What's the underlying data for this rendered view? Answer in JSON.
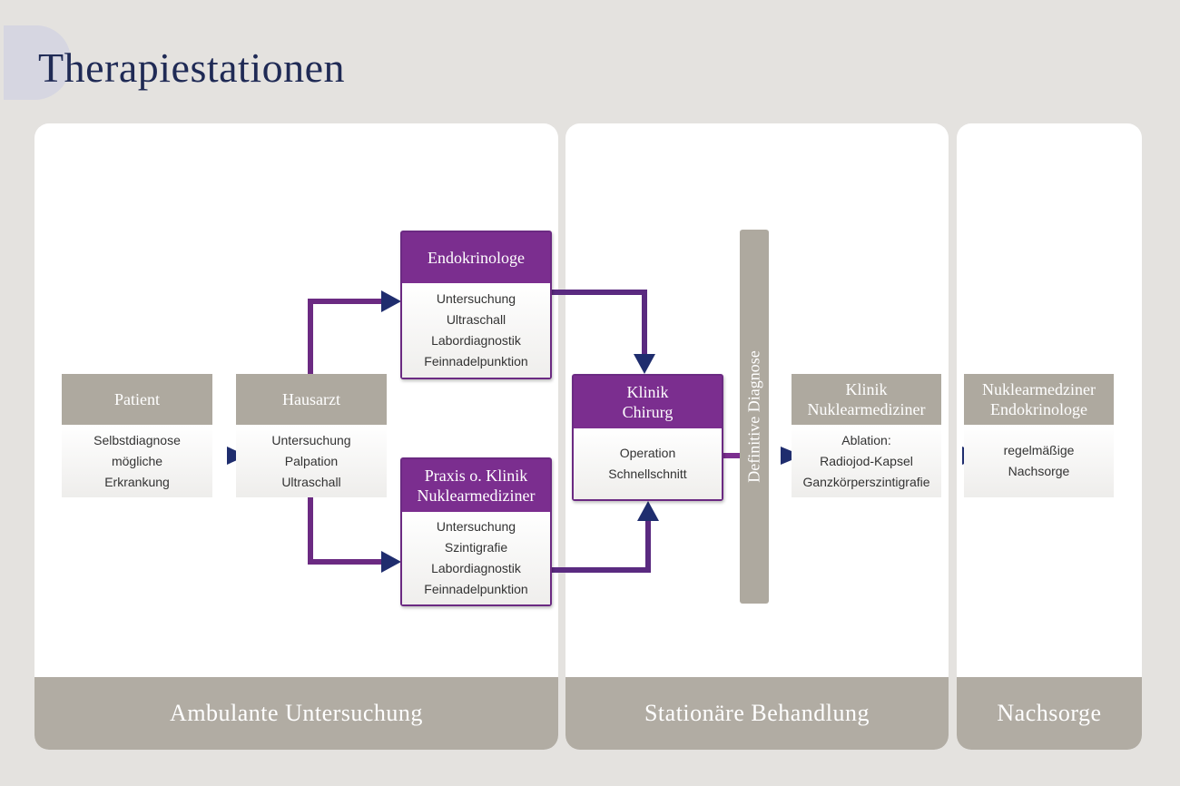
{
  "title": "Therapiestationen",
  "phases": [
    {
      "label": "Ambulante Untersuchung"
    },
    {
      "label": "Stationäre Behandlung"
    },
    {
      "label": "Nachsorge"
    }
  ],
  "nodes": {
    "patient": {
      "title": "Patient",
      "lines": [
        "Selbstdiagnose",
        "mögliche",
        "Erkrankung"
      ]
    },
    "hausarzt": {
      "title": "Hausarzt",
      "lines": [
        "Untersuchung",
        "Palpation",
        "Ultraschall"
      ]
    },
    "endokrinologe": {
      "title": "Endokrinologe",
      "lines": [
        "Untersuchung",
        "Ultraschall",
        "Labordiagnostik",
        "Feinnadelpunktion"
      ]
    },
    "praxis": {
      "title_lines": [
        "Praxis o. Klinik",
        "Nuklearmediziner"
      ],
      "lines": [
        "Untersuchung",
        "Szintigrafie",
        "Labordiagnostik",
        "Feinnadelpunktion"
      ]
    },
    "chirurg": {
      "title_lines": [
        "Klinik",
        "Chirurg"
      ],
      "lines": [
        "Operation",
        "Schnellschnitt"
      ]
    },
    "nuklear": {
      "title_lines": [
        "Klinik",
        "Nuklearmediziner"
      ],
      "lines": [
        "Ablation:",
        "Radiojod-Kapsel",
        "Ganzkörperszintigrafie"
      ]
    },
    "nachsorge": {
      "title_lines": [
        "Nuklearmedziner",
        "Endokrinologe"
      ],
      "lines": [
        "regelmäßige",
        "Nachsorge"
      ]
    }
  },
  "diagnosis_label": "Definitive Diagnose",
  "colors": {
    "purple": "#7b2e8f",
    "navy_arrow": "#1f2d6e",
    "gray_header": "#aea99f",
    "footer": "#b1aca3",
    "title": "#1f2a55",
    "background": "#e4e2df"
  }
}
